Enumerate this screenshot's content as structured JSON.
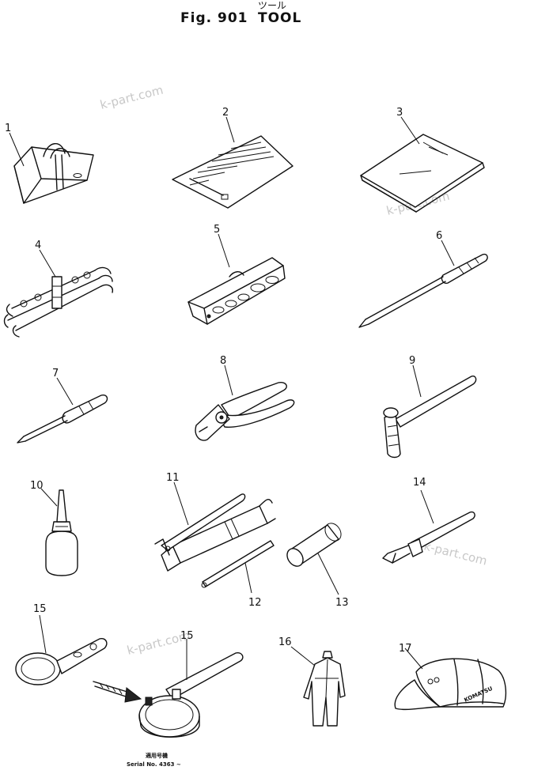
{
  "header": {
    "fig_label": "Fig. 901",
    "title": "TOOL",
    "title_kana": "ツール"
  },
  "watermark": "k-part.com",
  "parts": [
    {
      "number": "1",
      "icon": "tool-bag-icon"
    },
    {
      "number": "2",
      "icon": "document-sheet-icon"
    },
    {
      "number": "3",
      "icon": "manual-book-icon"
    },
    {
      "number": "4",
      "icon": "wrench-set-icon"
    },
    {
      "number": "5",
      "icon": "socket-set-case-icon"
    },
    {
      "number": "6",
      "icon": "long-screwdriver-icon"
    },
    {
      "number": "7",
      "icon": "screwdriver-icon"
    },
    {
      "number": "8",
      "icon": "pliers-icon"
    },
    {
      "number": "9",
      "icon": "hammer-icon"
    },
    {
      "number": "10",
      "icon": "oil-can-icon"
    },
    {
      "number": "11",
      "icon": "grease-gun-icon"
    },
    {
      "number": "12",
      "icon": "extension-rod-icon"
    },
    {
      "number": "13",
      "icon": "tube-icon"
    },
    {
      "number": "14",
      "icon": "pry-bar-icon"
    },
    {
      "number": "15",
      "icon": "filter-wrench-icon"
    },
    {
      "number": "16",
      "icon": "coverall-icon"
    },
    {
      "number": "17",
      "icon": "cap-icon"
    }
  ],
  "notes": {
    "applicable_kanji": "適用号機",
    "serial": "Serial No. 4363 ~"
  },
  "cap_brand": "KOMATSU"
}
